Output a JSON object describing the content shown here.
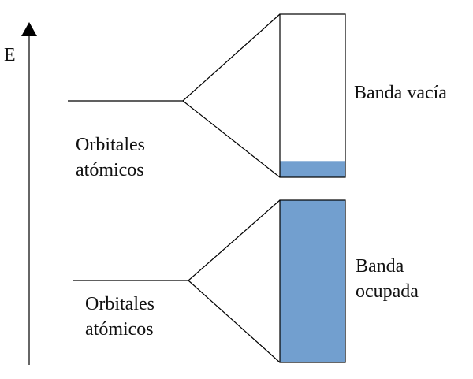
{
  "axis": {
    "label": "E"
  },
  "upper_group": {
    "orbitals_label_line1": "Orbitales",
    "orbitals_label_line2": "atómicos",
    "band_label": "Banda vacía",
    "filled_fraction": 0.1
  },
  "lower_group": {
    "orbitals_label_line1": "Orbitales",
    "orbitals_label_line2": "atómicos",
    "band_label_line1": "Banda",
    "band_label_line2": "ocupada",
    "filled_fraction": 1.0
  },
  "colors": {
    "band_fill": "#729fcf",
    "stroke": "#000000"
  }
}
